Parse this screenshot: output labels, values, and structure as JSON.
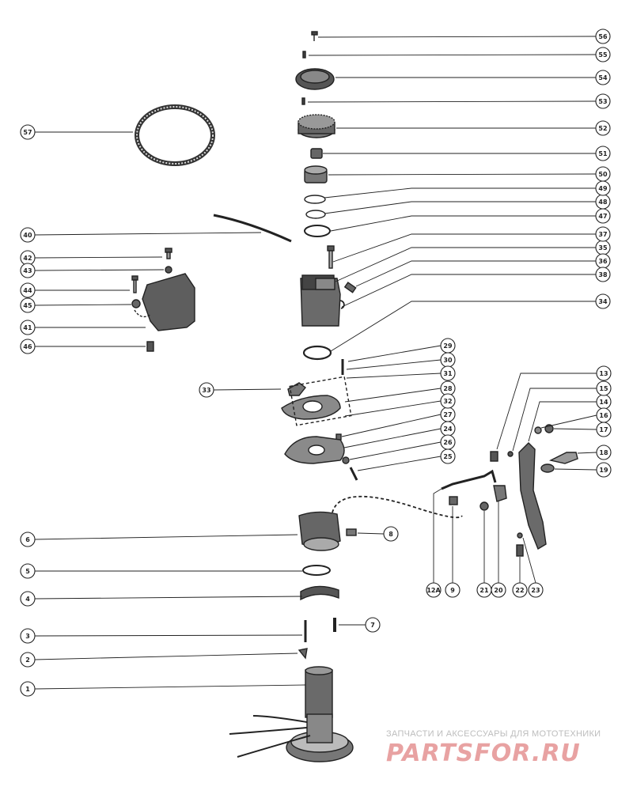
{
  "callouts": [
    "1",
    "2",
    "3",
    "4",
    "5",
    "6",
    "7",
    "8",
    "9",
    "12A",
    "13",
    "14",
    "15",
    "16",
    "17",
    "18",
    "19",
    "20",
    "21",
    "22",
    "23",
    "24",
    "25",
    "26",
    "27",
    "28",
    "29",
    "30",
    "31",
    "32",
    "33",
    "34",
    "35",
    "36",
    "37",
    "38",
    "40",
    "41",
    "42",
    "43",
    "44",
    "45",
    "46",
    "47",
    "48",
    "49",
    "50",
    "51",
    "52",
    "53",
    "54",
    "55",
    "56",
    "57"
  ],
  "watermark": {
    "tagline": "ЗАПЧАСТИ И АКСЕССУАРЫ ДЛЯ МОТОТЕХНИКИ",
    "logo": "PARTSFOR.RU"
  },
  "colors": {
    "ink": "#222222",
    "watermark_text": "#bdbdbd",
    "watermark_logo": "#e8a2a2"
  }
}
